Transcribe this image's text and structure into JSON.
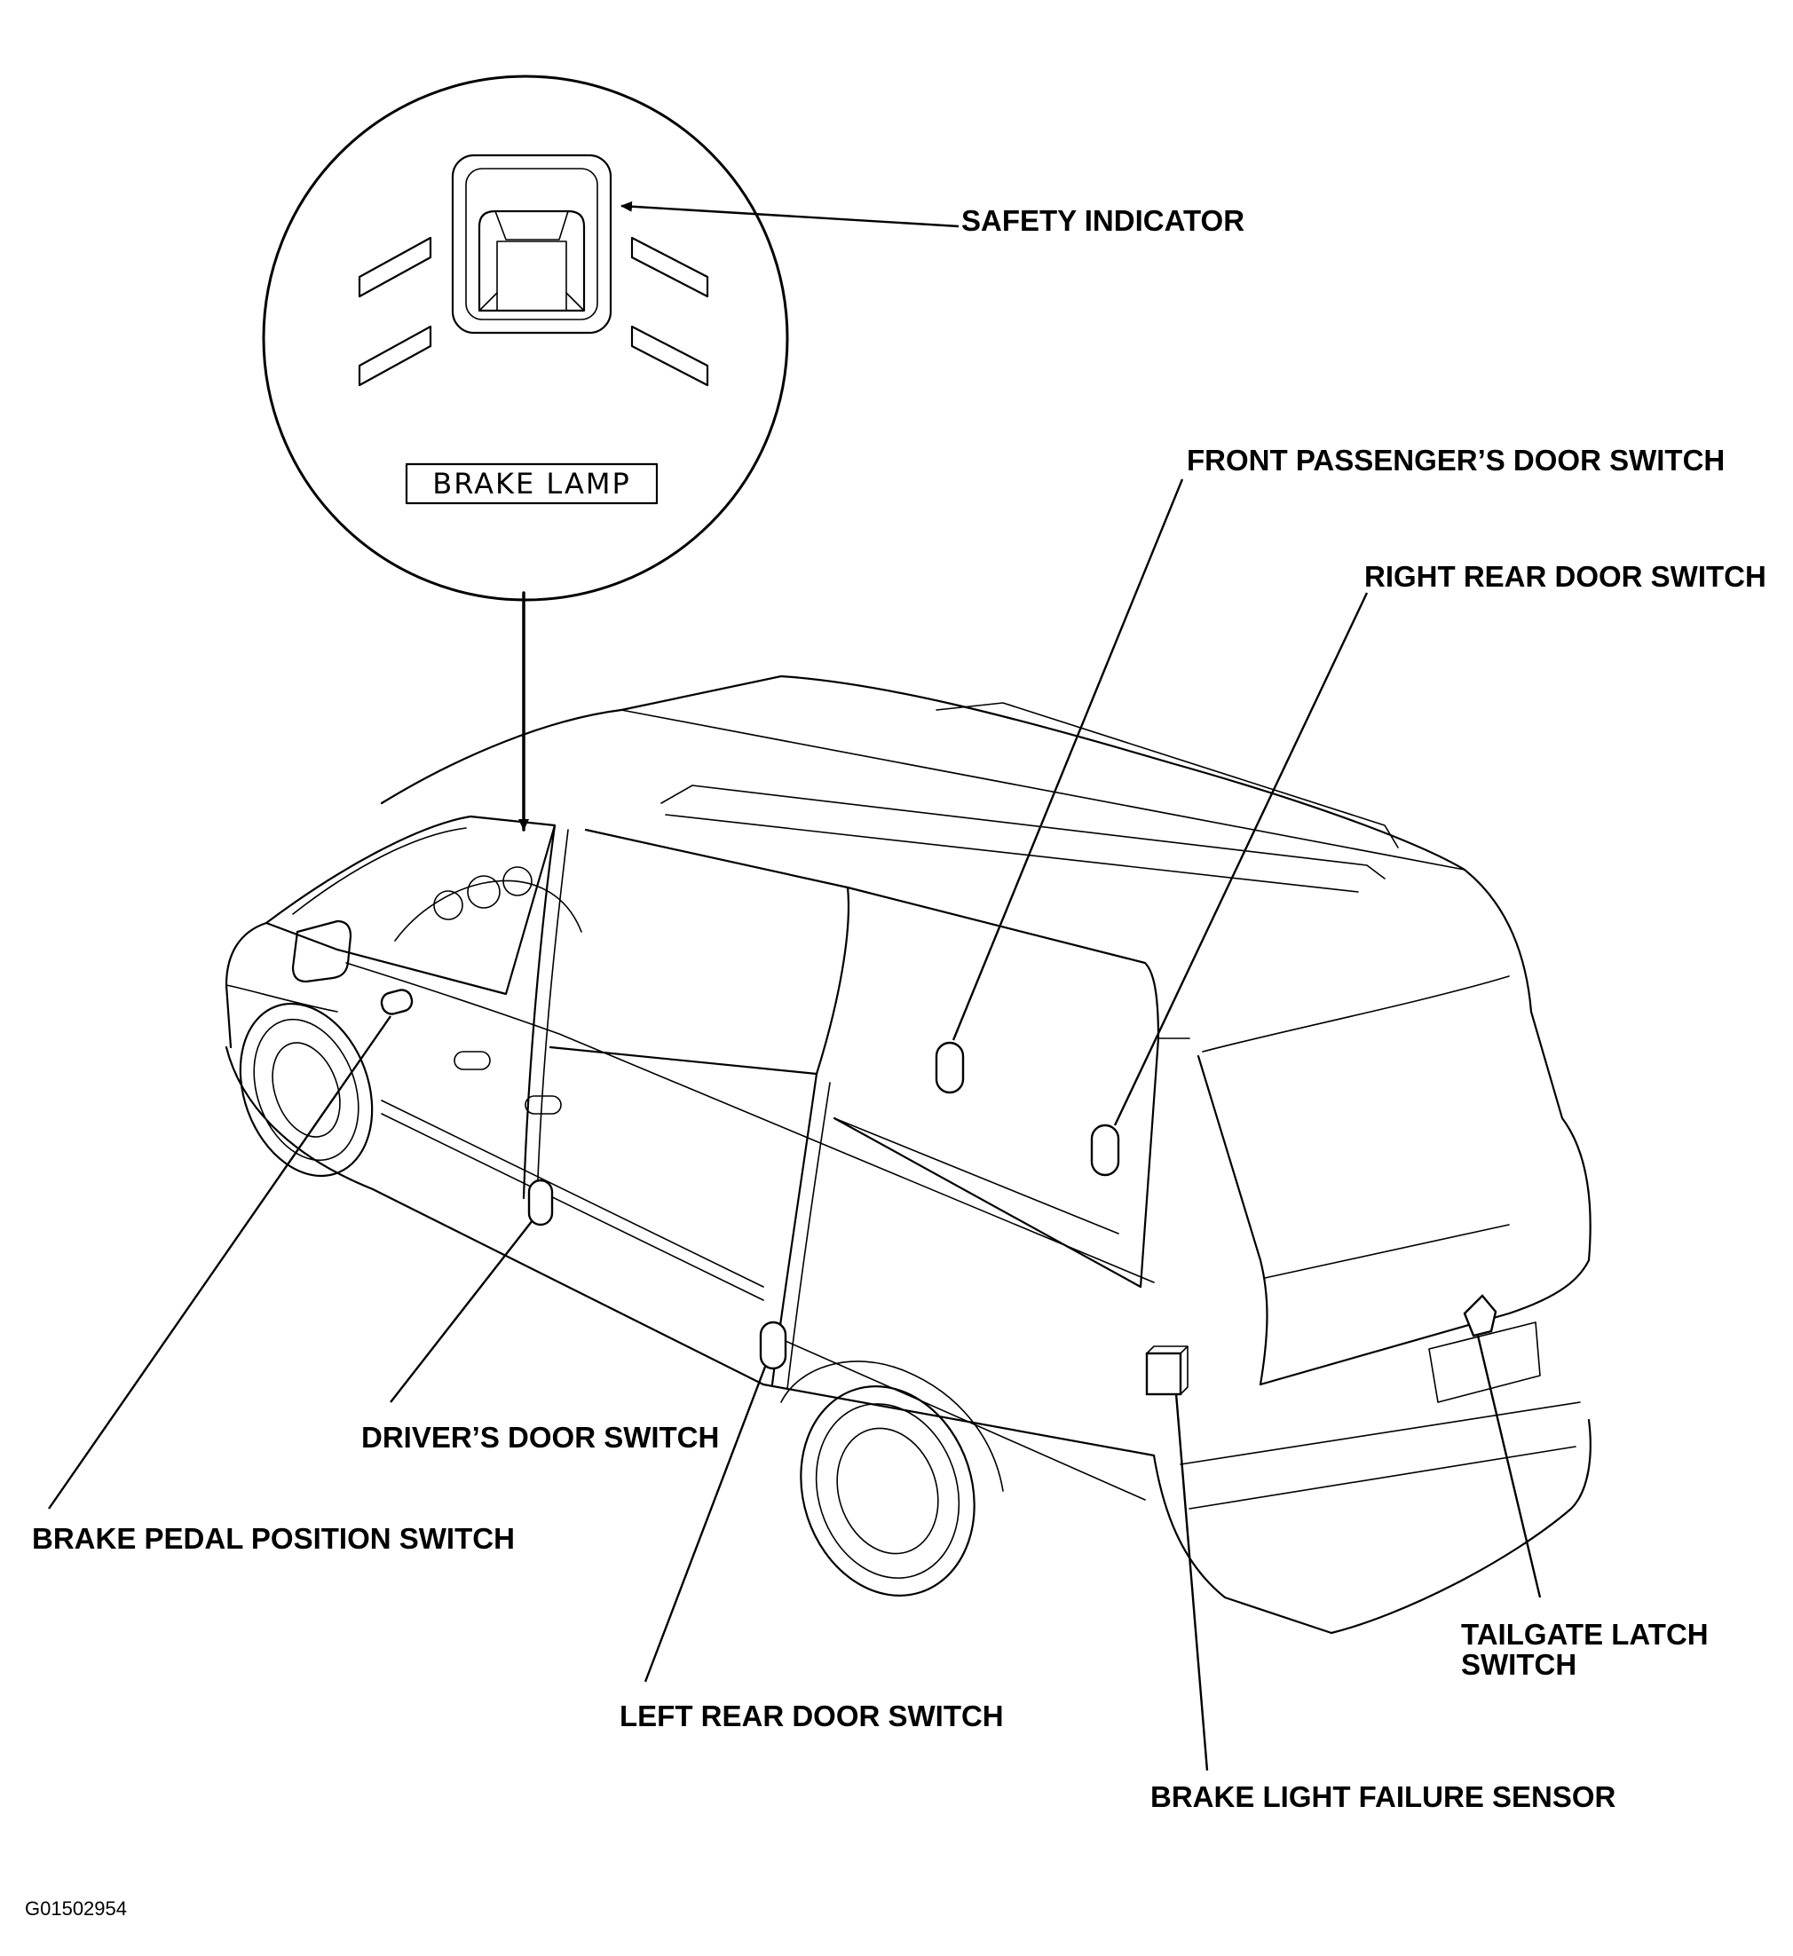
{
  "callouts": {
    "safety_indicator": "SAFETY INDICATOR",
    "front_passenger_door_switch": "FRONT PASSENGER’S DOOR SWITCH",
    "right_rear_door_switch": "RIGHT REAR DOOR SWITCH",
    "drivers_door_switch": "DRIVER’S DOOR SWITCH",
    "brake_pedal_position_switch": "BRAKE PEDAL POSITION SWITCH",
    "left_rear_door_switch": "LEFT REAR DOOR SWITCH",
    "tailgate_latch_switch_line1": "TAILGATE LATCH",
    "tailgate_latch_switch_line2": "SWITCH",
    "brake_light_failure_sensor": "BRAKE LIGHT FAILURE SENSOR"
  },
  "indicator_panel": {
    "lamp_label": "BRAKE LAMP"
  },
  "figure_id": "G01502954"
}
